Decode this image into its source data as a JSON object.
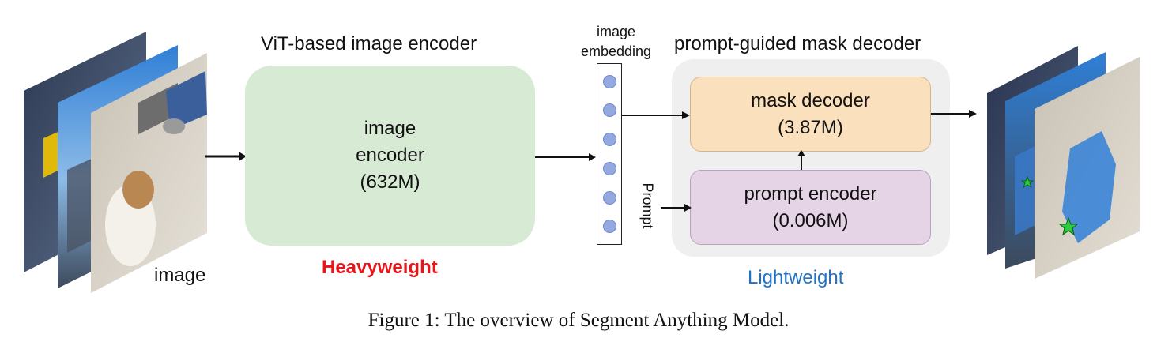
{
  "input": {
    "label": "image"
  },
  "encoder": {
    "section_title": "ViT-based image encoder",
    "box_line1": "image",
    "box_line2": "encoder",
    "box_line3": "(632M)",
    "weight_label": "Heavyweight",
    "weight_color": "#e8151b"
  },
  "embedding": {
    "label_line1": "image",
    "label_line2": "embedding",
    "dot_color": "#93a9e0"
  },
  "decoder": {
    "section_title": "prompt-guided mask decoder",
    "mask_decoder_line1": "mask decoder",
    "mask_decoder_line2": "(3.87M)",
    "prompt_encoder_line1": "prompt encoder",
    "prompt_encoder_line2": "(0.006M)",
    "prompt_label": "Prompt",
    "weight_label": "Lightweight",
    "weight_color": "#1f73c4"
  },
  "caption": "Figure 1: The overview of Segment Anything Model."
}
